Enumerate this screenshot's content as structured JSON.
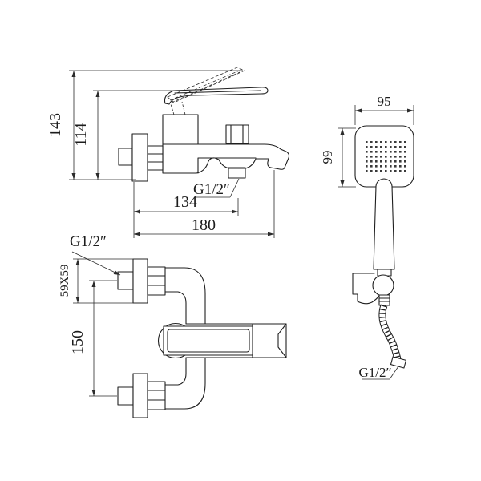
{
  "title": "Bath shower mixer installation drawing",
  "colors": {
    "background": "#ffffff",
    "line": "#1f1f1f",
    "dimension_line": "#2b2b2b",
    "outlet_fill": "#161616"
  },
  "side_view": {
    "dim_height_total": "143",
    "dim_height_spout": "114",
    "label_outlet_thread": "G1/2″",
    "dim_wall_to_outlet": "134",
    "dim_wall_to_tip": "180"
  },
  "plan_view": {
    "label_inlet_thread": "G1/2″",
    "dim_flange": "59X59",
    "dim_inlet_spacing": "150"
  },
  "hand_shower": {
    "dim_head_width": "95",
    "dim_head_height": "99",
    "label_hose_thread": "G1/2″"
  }
}
